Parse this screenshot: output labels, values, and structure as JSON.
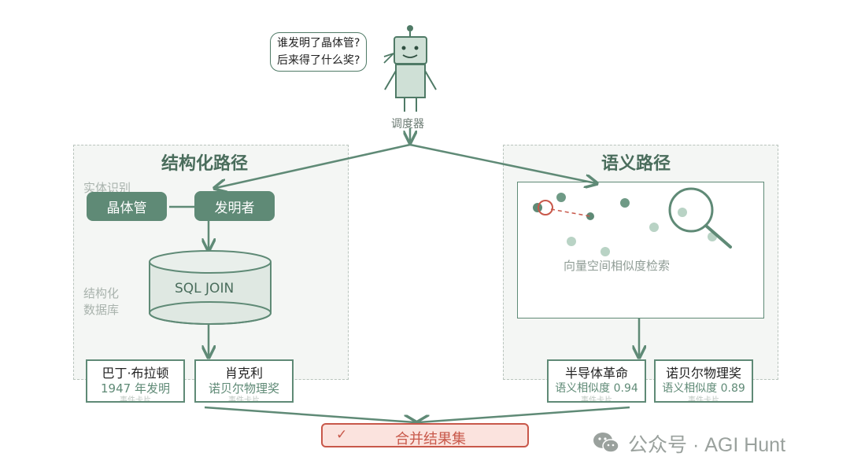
{
  "robot": {
    "question_line1": "谁发明了晶体管?",
    "question_line2": "后来得了什么奖?",
    "label": "调度器"
  },
  "structured": {
    "title": "结构化路径",
    "entity_label": "实体识别",
    "db_label_line1": "结构化",
    "db_label_line2": "数据库",
    "entity_a": "晶体管",
    "entity_b": "发明者",
    "db_text": "SQL JOIN",
    "cards": [
      {
        "title": "巴丁·布拉顿",
        "detail": "1947 年发明",
        "tag": "事件卡片"
      },
      {
        "title": "肖克利",
        "detail": "诺贝尔物理奖",
        "tag": "事件卡片"
      }
    ]
  },
  "semantic": {
    "title": "语义路径",
    "vector_caption": "向量空间相似度检索",
    "cards": [
      {
        "title": "半导体革命",
        "detail": "语义相似度 0.94",
        "tag": "事件卡片"
      },
      {
        "title": "诺贝尔物理奖",
        "detail": "语义相似度 0.89",
        "tag": "事件卡片"
      }
    ]
  },
  "merge": {
    "check": "✓",
    "label": "合并结果集"
  },
  "watermark": {
    "text": "公众号 · AGI Hunt"
  },
  "colors": {
    "accent": "#5f8a76",
    "merge_border": "#c8584a",
    "merge_fill": "#fbe3de"
  }
}
